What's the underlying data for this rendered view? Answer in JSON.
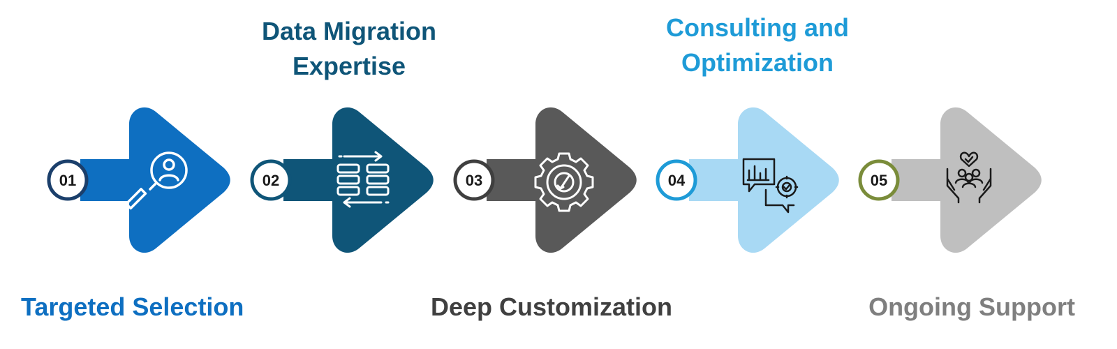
{
  "steps": [
    {
      "number": "01",
      "title": "Targeted Selection",
      "color": "#0e6fc1",
      "ring": "#1b3f6b",
      "icon": "magnifier-person-icon"
    },
    {
      "number": "02",
      "title_lines": [
        "Data Migration",
        "Expertise"
      ],
      "color": "#0f5578",
      "ring": "#0f5578",
      "icon": "data-transfer-icon"
    },
    {
      "number": "03",
      "title": "Deep Customization",
      "color": "#595959",
      "ring": "#3f3f3f",
      "icon": "gear-wrench-icon"
    },
    {
      "number": "04",
      "title_lines": [
        "Consulting and",
        "Optimization"
      ],
      "color": "#a8d9f4",
      "ring": "#1e9bd7",
      "icon": "consulting-chart-gear-icon"
    },
    {
      "number": "05",
      "title": "Ongoing Support",
      "color": "#bfbfbf",
      "ring": "#7a8c3a",
      "icon": "care-hands-people-icon"
    }
  ],
  "label_colors": {
    "s1": "#0e6fc1",
    "s2": "#0f5578",
    "s3": "#404040",
    "s4": "#1e9bd7",
    "s5": "#7f7f7f"
  }
}
